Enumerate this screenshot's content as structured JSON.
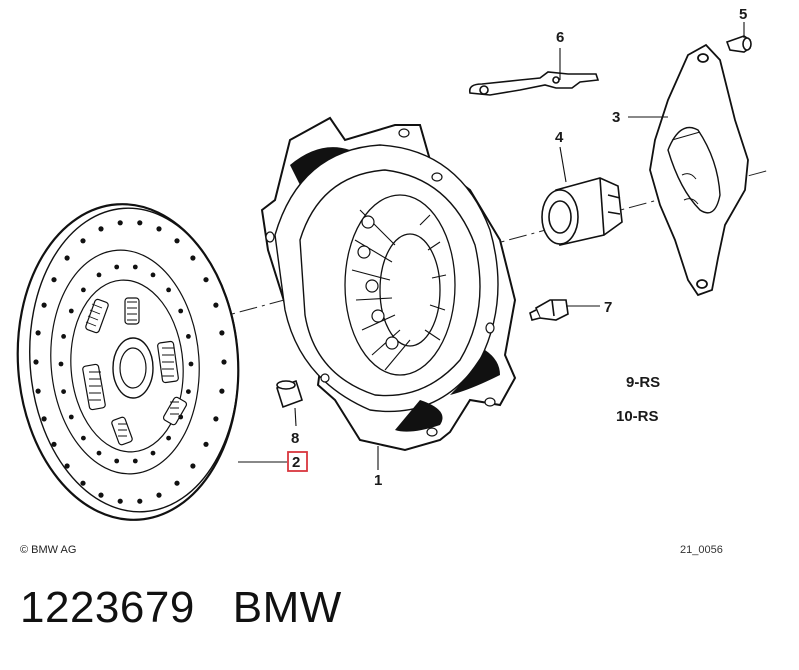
{
  "callouts": {
    "c1": "1",
    "c2": "2",
    "c3": "3",
    "c4": "4",
    "c5": "5",
    "c6": "6",
    "c7": "7",
    "c8": "8"
  },
  "codes": {
    "rs9": "9-RS",
    "rs10": "10-RS"
  },
  "copyright": "© BMW AG",
  "figure_number": "21_0056",
  "footer": {
    "part_number": "1223679",
    "brand": "BMW"
  },
  "highlight_color": "#d9363e"
}
